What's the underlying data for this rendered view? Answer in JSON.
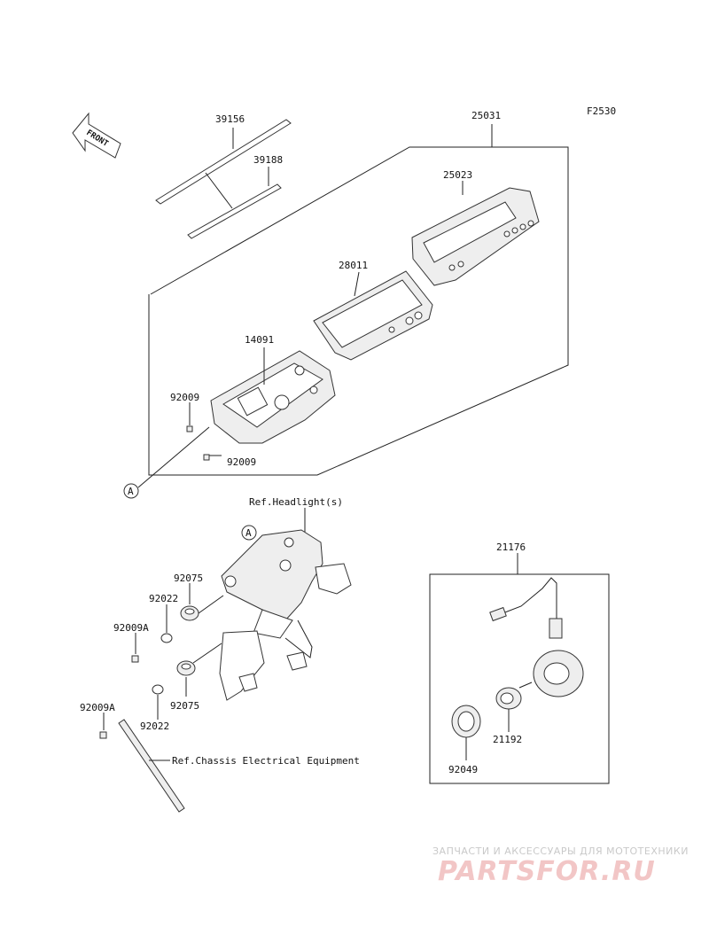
{
  "figure_code": "F2530",
  "front_label": "FRONT",
  "parts": {
    "p39156": "39156",
    "p39188": "39188",
    "p25031": "25031",
    "p25023": "25023",
    "p28011": "28011",
    "p14091": "14091",
    "p92009_upper": "92009",
    "p92009_lower": "92009",
    "p92075_upper": "92075",
    "p92022_upper": "92022",
    "p92009A_upper": "92009A",
    "p92075_lower": "92075",
    "p92022_lower": "92022",
    "p92009A_lower": "92009A",
    "p21176": "21176",
    "p21192": "21192",
    "p92049": "92049"
  },
  "refs": {
    "headlight": "Ref.Headlight(s)",
    "chassis": "Ref.Chassis Electrical Equipment"
  },
  "markers": {
    "a1": "A",
    "a2": "A"
  },
  "watermark": {
    "line1": "ЗАПЧАСТИ И АКСЕССУАРЫ ДЛЯ МОТОТЕХНИКИ",
    "line2": "PARTSFOR.RU"
  }
}
